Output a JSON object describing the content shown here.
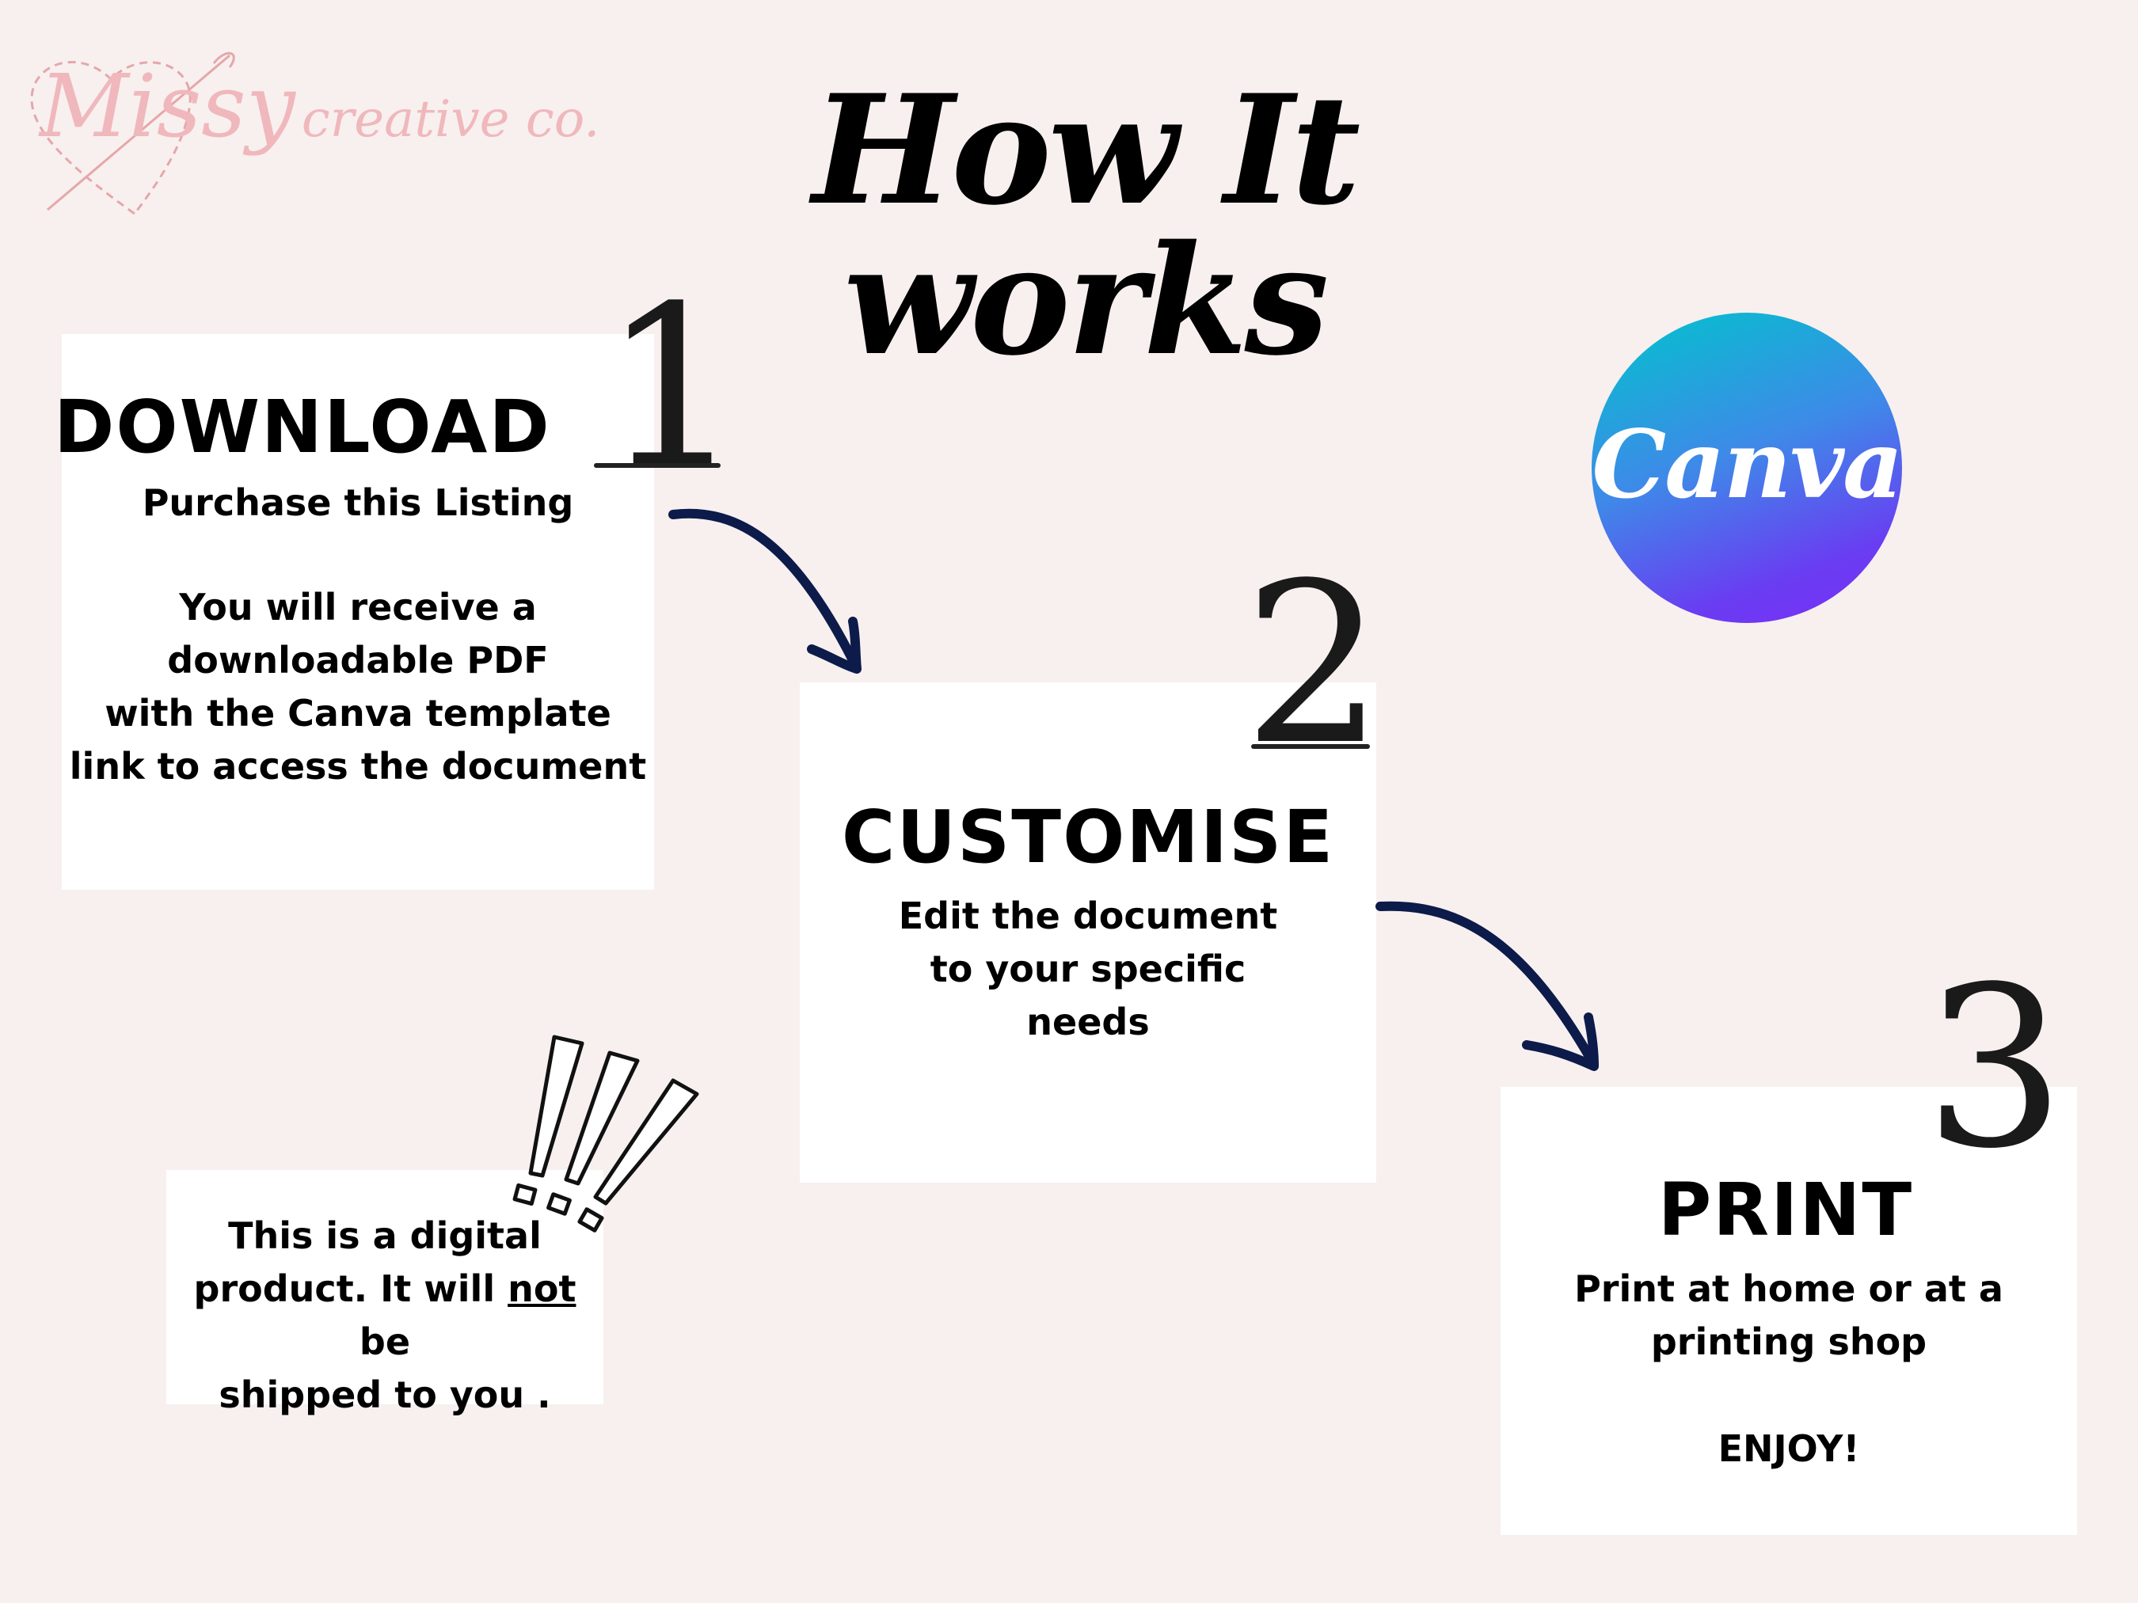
{
  "logo": {
    "line1": "Missy",
    "line2": "creative co."
  },
  "title": "How It works",
  "steps": [
    {
      "number": "1",
      "heading": "DOWNLOAD",
      "body1": "Purchase this Listing",
      "body2": "You will receive a\ndownloadable PDF\nwith the Canva template\nlink to access the document"
    },
    {
      "number": "2",
      "heading": "CUSTOMISE",
      "body1": "Edit the document\nto your specific\nneeds"
    },
    {
      "number": "3",
      "heading": "PRINT",
      "body1": "Print at home or at a\nprinting shop",
      "body2": "ENJOY!"
    }
  ],
  "notice": {
    "before": "This is a digital\nproduct. It will ",
    "emphasis": "not",
    "after": " be\nshipped to you ."
  },
  "canva_logo": "Canva",
  "colors": {
    "background": "#f7f0ef",
    "card": "#ffffff",
    "arrow": "#0d1b4a",
    "logo_pink": "#f0b8bc",
    "canva_gradient": [
      "#00c4cc",
      "#3e8ae8",
      "#7b2ff7"
    ]
  }
}
